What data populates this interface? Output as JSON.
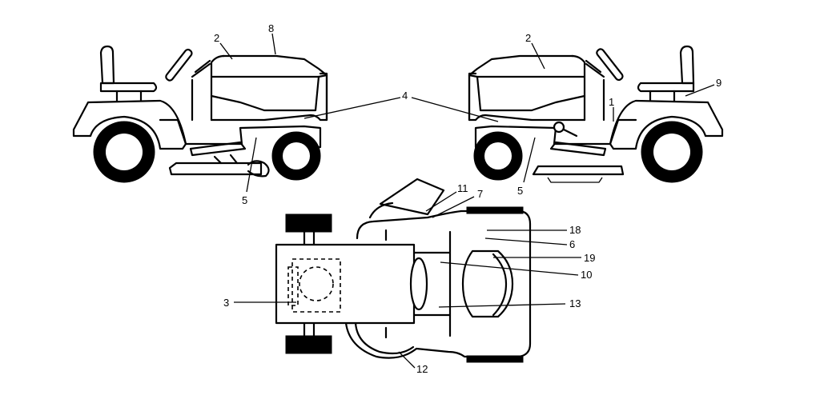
{
  "callouts": [
    {
      "id": "c1",
      "text": "1"
    },
    {
      "id": "c2l",
      "text": "2"
    },
    {
      "id": "c2r",
      "text": "2"
    },
    {
      "id": "c3",
      "text": "3"
    },
    {
      "id": "c4",
      "text": "4"
    },
    {
      "id": "c5l",
      "text": "5"
    },
    {
      "id": "c5r",
      "text": "5"
    },
    {
      "id": "c6",
      "text": "6"
    },
    {
      "id": "c7",
      "text": "7"
    },
    {
      "id": "c8",
      "text": "8"
    },
    {
      "id": "c9",
      "text": "9"
    },
    {
      "id": "c10",
      "text": "10"
    },
    {
      "id": "c11",
      "text": "11"
    },
    {
      "id": "c12",
      "text": "12"
    },
    {
      "id": "c13",
      "text": "13"
    },
    {
      "id": "c18",
      "text": "18"
    },
    {
      "id": "c19",
      "text": "19"
    }
  ],
  "colors": {
    "line": "#000000",
    "background": "#ffffff"
  }
}
